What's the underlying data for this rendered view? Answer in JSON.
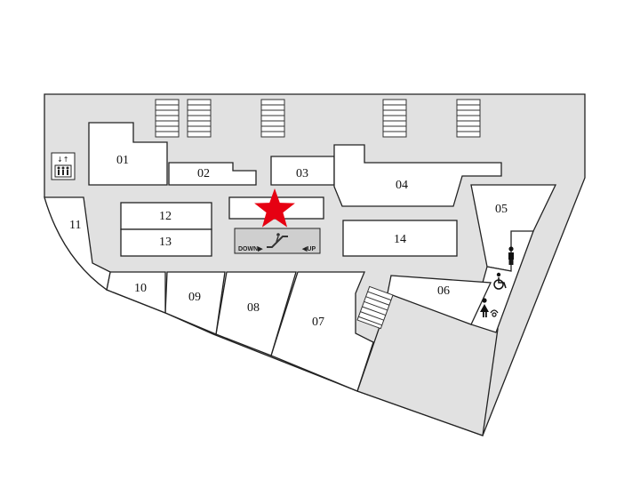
{
  "map": {
    "shops": [
      {
        "id": "01",
        "label": "01"
      },
      {
        "id": "02",
        "label": "02"
      },
      {
        "id": "03",
        "label": "03"
      },
      {
        "id": "04",
        "label": "04"
      },
      {
        "id": "05",
        "label": "05"
      },
      {
        "id": "06",
        "label": "06"
      },
      {
        "id": "07",
        "label": "07"
      },
      {
        "id": "08",
        "label": "08"
      },
      {
        "id": "09",
        "label": "09"
      },
      {
        "id": "10",
        "label": "10"
      },
      {
        "id": "11",
        "label": "11"
      },
      {
        "id": "12",
        "label": "12"
      },
      {
        "id": "13",
        "label": "13"
      },
      {
        "id": "14",
        "label": "14"
      }
    ],
    "escalator": {
      "down_label": "DOWN▶",
      "up_label": "◀UP"
    },
    "icons": {
      "elevator": "elevator-icon",
      "male_restroom": "male-restroom-icon",
      "accessible": "wheelchair-icon",
      "female_restroom": "female-restroom-icon",
      "marker": "star-marker-icon"
    },
    "colors": {
      "corridor": "#e1e1e1",
      "shop": "#ffffff",
      "outline": "#222222",
      "marker": "#e60012"
    }
  }
}
